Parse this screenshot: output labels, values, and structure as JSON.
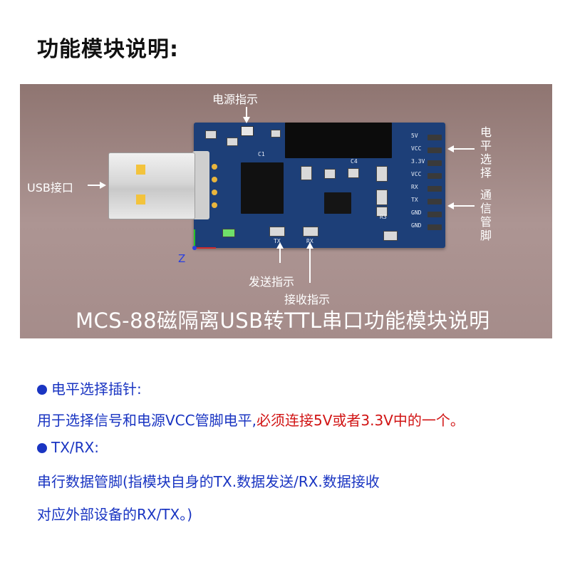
{
  "page_title": "功能模块说明:",
  "figure": {
    "caption": "MCS-88磁隔离USB转TTL串口功能模块说明",
    "labels": {
      "power_indicator": "电源指示",
      "usb_port": "USB接口",
      "tx_indicator": "发送指示",
      "rx_indicator": "接收指示",
      "level_select": "电平选择",
      "comm_pins": "通信管脚"
    },
    "silkscreen": {
      "pins": [
        "5V",
        "VCC",
        "3.3V",
        "VCC",
        "RX",
        "TX",
        "GND",
        "GND"
      ],
      "c1": "C1",
      "c4": "C4",
      "r3": "R3",
      "tx": "TX",
      "rx": "RX"
    },
    "axis": {
      "z": "Z"
    }
  },
  "section_level": {
    "heading": "电平选择插针:",
    "text_normal": "用于选择信号和电源VCC管脚电平,",
    "text_warning": "必须连接5V或者3.3V中的一个。"
  },
  "section_txrx": {
    "heading": "TX/RX:",
    "line1": "串行数据管脚(指模块自身的TX.数据发送/RX.数据接收",
    "line2": "对应外部设备的RX/TX。)"
  },
  "colors": {
    "accent_blue": "#1a35c2",
    "warning_red": "#d11414",
    "pcb_blue": "#1d3f78",
    "figure_bg": "#a08886"
  }
}
